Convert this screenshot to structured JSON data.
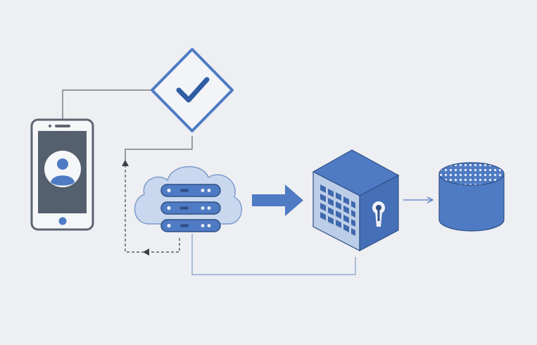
{
  "diagram": {
    "nodes": [
      {
        "id": "mobile-device",
        "icon": "smartphone-user-icon"
      },
      {
        "id": "verification",
        "icon": "checkmark-diamond-icon"
      },
      {
        "id": "cloud-server",
        "icon": "cloud-server-stack-icon"
      },
      {
        "id": "secure-vault",
        "icon": "locked-building-cube-icon"
      },
      {
        "id": "database",
        "icon": "database-cylinder-icon"
      }
    ],
    "edges": [
      {
        "from": "mobile-device",
        "to": "verification",
        "style": "solid-thin"
      },
      {
        "from": "verification",
        "to": "cloud-server",
        "style": "solid-thin"
      },
      {
        "from": "cloud-server",
        "to": "cloud-server",
        "style": "dashed-loop"
      },
      {
        "from": "cloud-server",
        "to": "secure-vault",
        "style": "bold-arrow"
      },
      {
        "from": "secure-vault",
        "to": "database",
        "style": "thin-arrow"
      },
      {
        "from": "cloud-server",
        "to": "secure-vault",
        "style": "solid-thin-return"
      }
    ]
  },
  "colors": {
    "background": "#eeeff2",
    "primary_blue": "#4f7bc4",
    "dark_blue": "#2f4f86",
    "light_blue": "#c9d8ee",
    "screen_gray": "#55606f",
    "line_gray": "#5f6670"
  }
}
